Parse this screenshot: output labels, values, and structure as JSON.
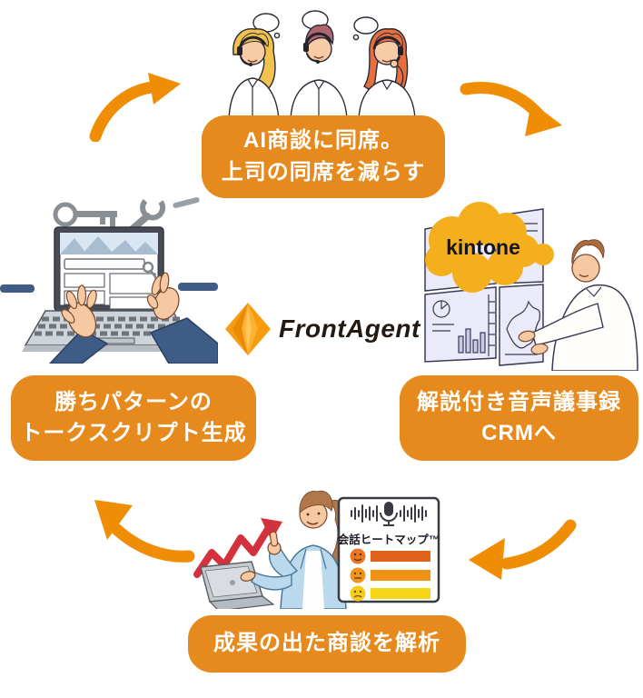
{
  "steps": {
    "top": {
      "line1": "AI商談に同席。",
      "line2": "上司の同席を減らす"
    },
    "right": {
      "line1": "解説付き音声議事録",
      "line2": "CRMへ"
    },
    "bottom": {
      "line1": "成果の出た商談を解析"
    },
    "left": {
      "line1": "勝ちパターンの",
      "line2": "トークスクリプト生成"
    }
  },
  "logo": {
    "text": "FrontAgent"
  },
  "integrations": {
    "kintone_label": "kintone"
  },
  "heatmap": {
    "title": "会話ヒートマップ™"
  },
  "colors": {
    "label_box": "#E78A1E",
    "cycle_arrow": "#EF8E05",
    "kintone_cloud": "#F4AF1D",
    "growth_arrow_red": "#D3323C",
    "heatmap_bar_high": "#E2611B",
    "heatmap_bar_mid": "#EF9214",
    "heatmap_bar_low": "#F6D515",
    "logo_icon_orange": "#F59D0E",
    "logo_text_dark": "#221A12"
  }
}
